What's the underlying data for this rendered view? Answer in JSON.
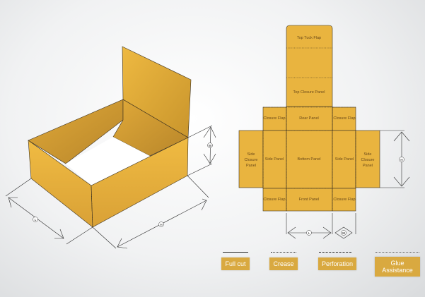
{
  "colors": {
    "panel": "#e9b43f",
    "panel_dark": "#c99a30",
    "line": "#3a3020",
    "legend_bg": "#d9a940"
  },
  "box_3d": {
    "dimensions": {
      "length": "L",
      "width": "W",
      "height": "H"
    }
  },
  "dieline": {
    "panels": {
      "top_tuck_flap": "Top Tuck Flap",
      "top_closure_panel": "Top Closure Panel",
      "rear_panel": "Rear Panel",
      "closure_flap_tl": "Closure Flap",
      "closure_flap_tr": "Closure Flap",
      "side_panel_left": "Side Panel",
      "bottom_panel": "Bottom Panel",
      "side_panel_right": "Side Panel",
      "side_closure_left": [
        "Side",
        "Closure",
        "Panel"
      ],
      "side_closure_right": [
        "Side",
        "Closure",
        "Panel"
      ],
      "closure_flap_bl": "Closure Flap",
      "front_panel": "Front Panel",
      "closure_flap_br": "Closure Flap"
    },
    "dimensions": {
      "length": "L",
      "width": "W",
      "height": "H"
    }
  },
  "legend": [
    {
      "label": "Full cut",
      "line": "solid"
    },
    {
      "label": "Crease",
      "line": "dotted"
    },
    {
      "label": "Perforation",
      "line": "dashed"
    },
    {
      "label": "Glue Assistance",
      "line": "fine-dotted"
    }
  ]
}
